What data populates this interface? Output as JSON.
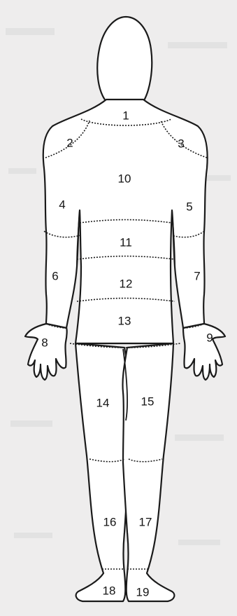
{
  "regions": [
    {
      "id": "1",
      "label": "1"
    },
    {
      "id": "2",
      "label": "2"
    },
    {
      "id": "3",
      "label": "3"
    },
    {
      "id": "4",
      "label": "4"
    },
    {
      "id": "5",
      "label": "5"
    },
    {
      "id": "6",
      "label": "6"
    },
    {
      "id": "7",
      "label": "7"
    },
    {
      "id": "8",
      "label": "8"
    },
    {
      "id": "9",
      "label": "9"
    },
    {
      "id": "10",
      "label": "10"
    },
    {
      "id": "11",
      "label": "11"
    },
    {
      "id": "12",
      "label": "12"
    },
    {
      "id": "13",
      "label": "13"
    },
    {
      "id": "14",
      "label": "14"
    },
    {
      "id": "15",
      "label": "15"
    },
    {
      "id": "16",
      "label": "16"
    },
    {
      "id": "17",
      "label": "17"
    },
    {
      "id": "18",
      "label": "18"
    },
    {
      "id": "19",
      "label": "19"
    }
  ],
  "colors": {
    "paper": "#eeeded",
    "figure_fill": "#ffffff",
    "outline": "#1a1a1a",
    "label": "#141414"
  }
}
